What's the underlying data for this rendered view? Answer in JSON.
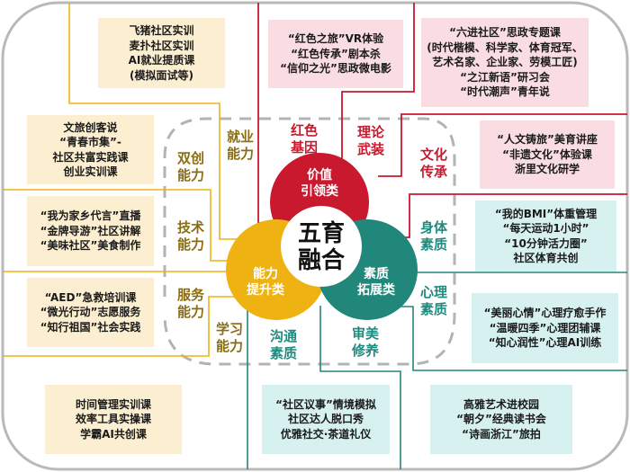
{
  "colors": {
    "red": "#c8192e",
    "yellow": "#eeb313",
    "teal": "#22877b",
    "yellow_bg": "#fcefd1",
    "red_bg": "#f9dde2",
    "teal_bg": "#d7f1f1",
    "frame": "#b9b9b9",
    "dash": "#b3b3b3"
  },
  "center": {
    "line1": "五育",
    "line2": "融合"
  },
  "circles": {
    "value": {
      "line1": "价值",
      "line2": "引领类"
    },
    "ability": {
      "line1": "能力",
      "line2": "提升类"
    },
    "quality": {
      "line1": "素质",
      "line2": "拓展类"
    }
  },
  "labels": {
    "employment": [
      "就业",
      "能力"
    ],
    "innovation": [
      "双创",
      "能力"
    ],
    "technical": [
      "技术",
      "能力"
    ],
    "service": [
      "服务",
      "能力"
    ],
    "learning": [
      "学习",
      "能力"
    ],
    "red_gene": [
      "红色",
      "基因"
    ],
    "theory": [
      "理论",
      "武装"
    ],
    "culture": [
      "文化",
      "传承"
    ],
    "physical": [
      "身体",
      "素质"
    ],
    "mental": [
      "心理",
      "素质"
    ],
    "aesthetic": [
      "审美",
      "修养"
    ],
    "communication": [
      "沟通",
      "素质"
    ]
  },
  "boxes": {
    "employment": [
      "飞猪社区实训",
      "麦扑社区实训",
      "AI就业提质课",
      "(模拟面试等)"
    ],
    "innovation": [
      "文旅创客说",
      "“青春市集”-",
      "社区共富实践课",
      "创业实训课"
    ],
    "technical": [
      "“我为家乡代言”直播",
      "“金牌导游”社区讲解",
      "“美味社区”美食制作"
    ],
    "service": [
      "“AED”急救培训课",
      "“微光行动”志愿服务",
      "“知行祖国”社会实践"
    ],
    "learning": [
      "时间管理实训课",
      "效率工具实操课",
      "学霸AI共创课"
    ],
    "red_gene": [
      "“红色之旅”VR体验",
      "“红色传承”剧本杀",
      "“信仰之光”思政微电影"
    ],
    "theory": [
      "“六进社区”思政专题课",
      "(时代楷模、科学家、体育冠军、",
      "艺术名家、企业家、劳模工匠)",
      "“之江新语”研习会",
      "“时代潮声”青年说"
    ],
    "culture": [
      "“人文铸旅”美育讲座",
      "“非遗文化”体验课",
      "浙里文化研学"
    ],
    "physical": [
      "“我的BMI”体重管理",
      "“每天运动1小时”",
      "“10分钟活力圈”",
      "社区体育共创"
    ],
    "mental": [
      "“美丽心情”心理疗愈手作",
      "“温暖四季”心理团辅课",
      "“知心润性”心理AI训练"
    ],
    "communication": [
      "“社区议事”情境模拟",
      "社区达人脱口秀",
      "优雅社交·茶道礼仪"
    ],
    "aesthetic": [
      "高雅艺术进校园",
      "“朝夕”经典读书会",
      "“诗画浙江”旅拍"
    ]
  }
}
